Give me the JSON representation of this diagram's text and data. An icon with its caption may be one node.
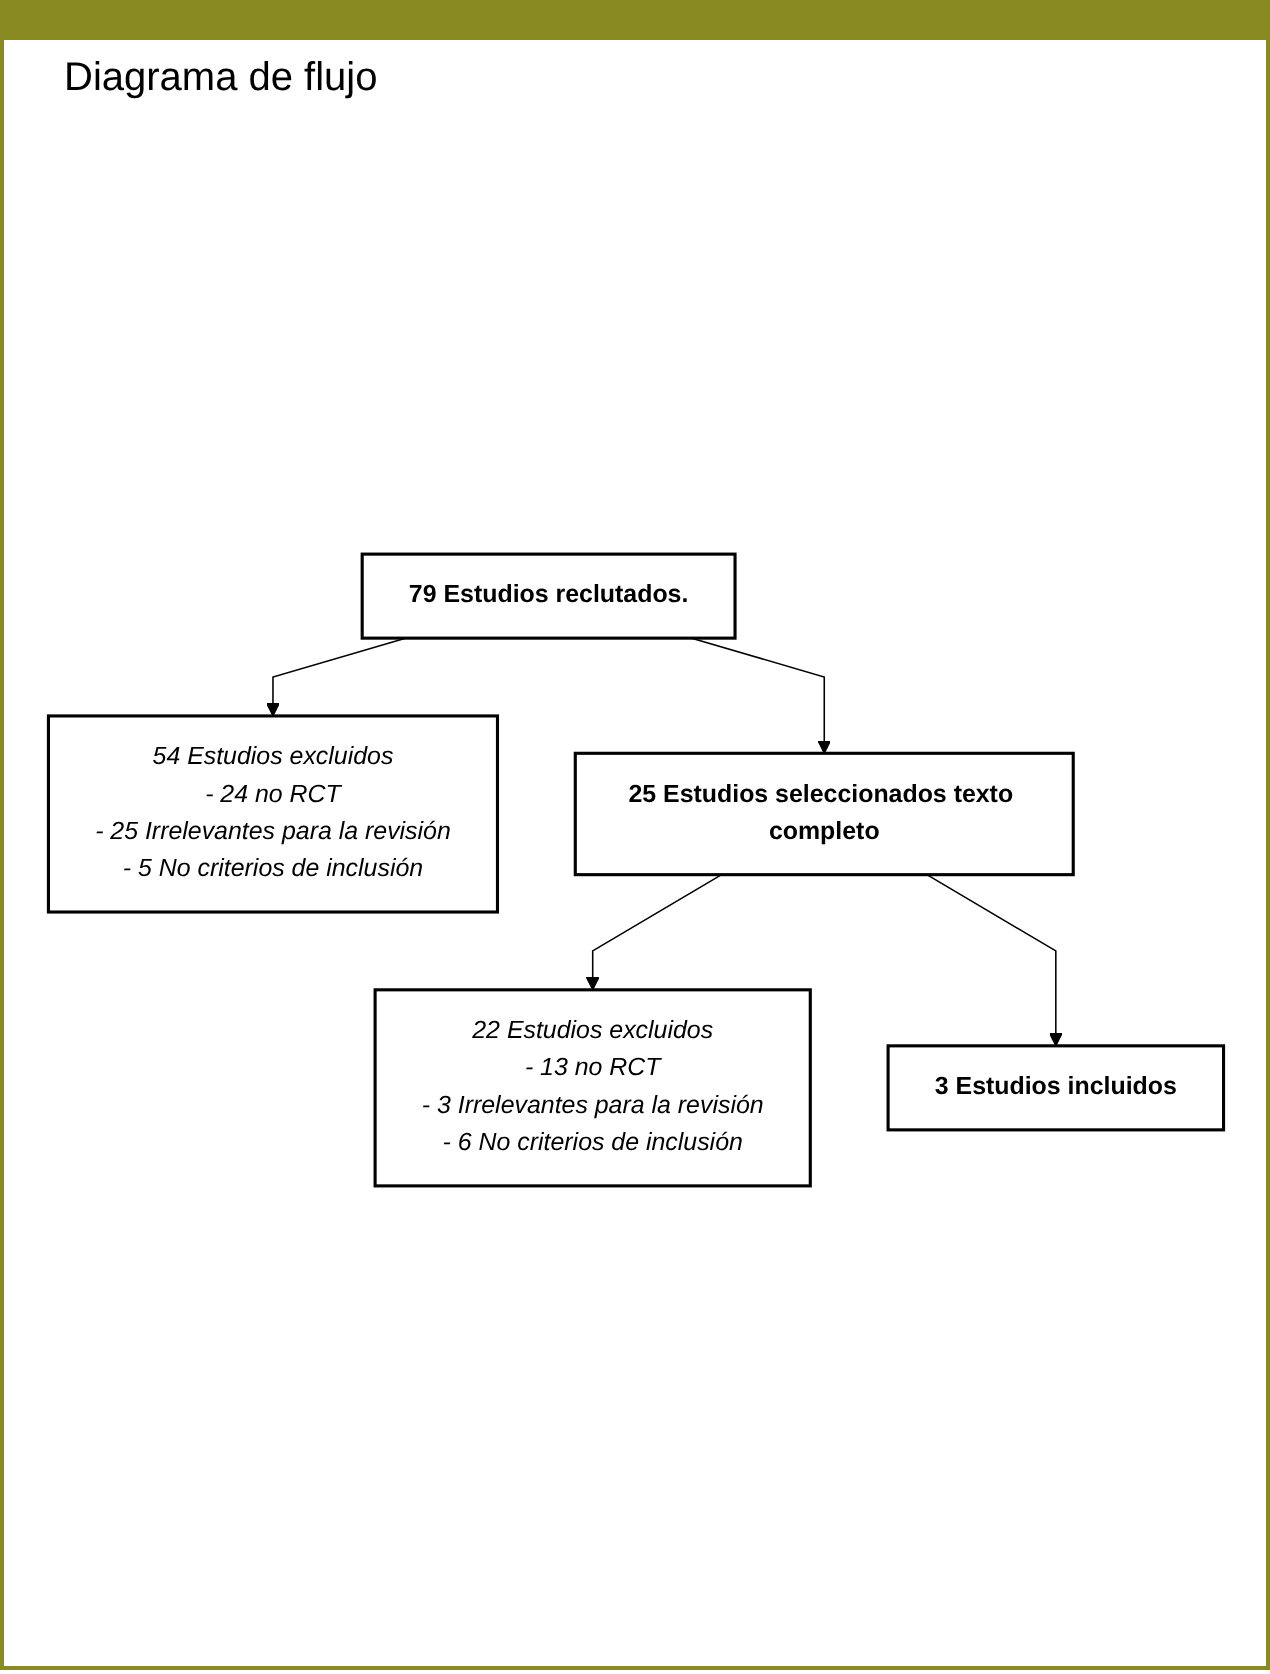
{
  "diagram": {
    "title": "Diagrama de flujo",
    "nodes": [
      {
        "text": [
          "79 Estudios reclutados."
        ]
      },
      {
        "text": [
          "54 Estudios excluidos",
          "- 24 no RCT",
          "- 25 Irrelevantes para la revisión",
          "- 5 No criterios de inclusión"
        ]
      },
      {
        "text": [
          "25 Estudios seleccionados texto completo"
        ]
      },
      {
        "text": [
          "22 Estudios excluidos",
          "- 13 no RCT",
          "- 3 Irrelevantes para la revisión",
          "- 6 No criterios de inclusión"
        ]
      },
      {
        "text": [
          "3 Estudios incluidos"
        ]
      }
    ],
    "edges": [
      {
        "from": 0,
        "to": 1,
        "arrow": "to"
      },
      {
        "from": 0,
        "to": 2,
        "arrow": "to"
      },
      {
        "from": 2,
        "to": 3,
        "arrow": "to"
      },
      {
        "from": 2,
        "to": 4,
        "arrow": "to"
      }
    ]
  }
}
